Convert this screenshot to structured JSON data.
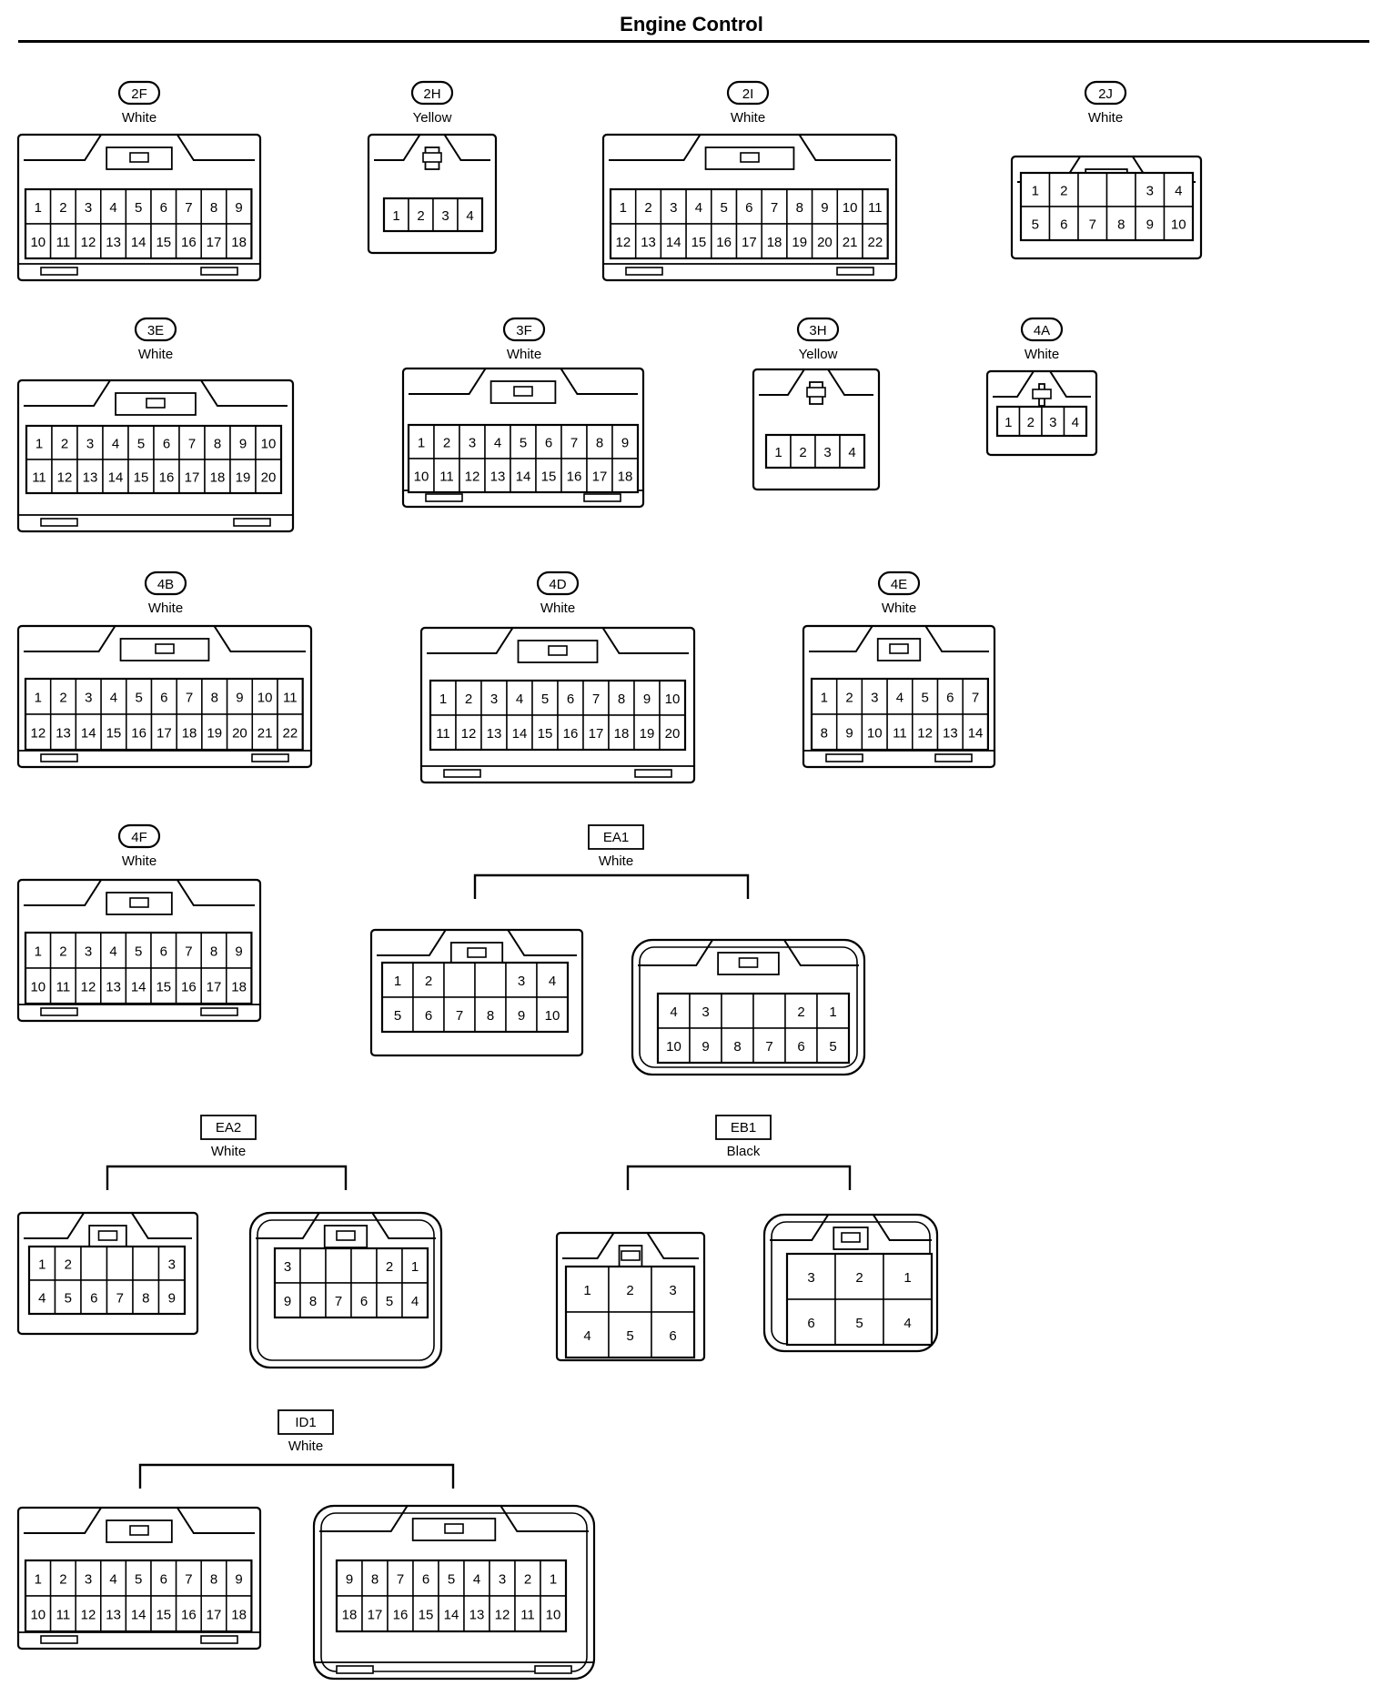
{
  "page": {
    "title": "Engine Control"
  },
  "connectors": [
    {
      "id": "2F",
      "color": "White",
      "label_style": "oval",
      "rows": [
        [
          "1",
          "2",
          "3",
          "4",
          "5",
          "6",
          "7",
          "8",
          "9"
        ],
        [
          "10",
          "11",
          "12",
          "13",
          "14",
          "15",
          "16",
          "17",
          "18"
        ]
      ]
    },
    {
      "id": "2H",
      "color": "Yellow",
      "label_style": "oval",
      "rows": [
        [
          "1",
          "2",
          "3",
          "4"
        ]
      ]
    },
    {
      "id": "2I",
      "color": "White",
      "label_style": "oval",
      "rows": [
        [
          "1",
          "2",
          "3",
          "4",
          "5",
          "6",
          "7",
          "8",
          "9",
          "10",
          "11"
        ],
        [
          "12",
          "13",
          "14",
          "15",
          "16",
          "17",
          "18",
          "19",
          "20",
          "21",
          "22"
        ]
      ]
    },
    {
      "id": "2J",
      "color": "White",
      "label_style": "oval",
      "rows": [
        [
          "1",
          "2",
          "",
          "",
          "3",
          "4"
        ],
        [
          "5",
          "6",
          "7",
          "8",
          "9",
          "10"
        ]
      ]
    },
    {
      "id": "3E",
      "color": "White",
      "label_style": "oval",
      "rows": [
        [
          "1",
          "2",
          "3",
          "4",
          "5",
          "6",
          "7",
          "8",
          "9",
          "10"
        ],
        [
          "11",
          "12",
          "13",
          "14",
          "15",
          "16",
          "17",
          "18",
          "19",
          "20"
        ]
      ]
    },
    {
      "id": "3F",
      "color": "White",
      "label_style": "oval",
      "rows": [
        [
          "1",
          "2",
          "3",
          "4",
          "5",
          "6",
          "7",
          "8",
          "9"
        ],
        [
          "10",
          "11",
          "12",
          "13",
          "14",
          "15",
          "16",
          "17",
          "18"
        ]
      ]
    },
    {
      "id": "3H",
      "color": "Yellow",
      "label_style": "oval",
      "rows": [
        [
          "1",
          "2",
          "3",
          "4"
        ]
      ]
    },
    {
      "id": "4A",
      "color": "White",
      "label_style": "oval",
      "rows": [
        [
          "1",
          "2",
          "3",
          "4"
        ]
      ]
    },
    {
      "id": "4B",
      "color": "White",
      "label_style": "oval",
      "rows": [
        [
          "1",
          "2",
          "3",
          "4",
          "5",
          "6",
          "7",
          "8",
          "9",
          "10",
          "11"
        ],
        [
          "12",
          "13",
          "14",
          "15",
          "16",
          "17",
          "18",
          "19",
          "20",
          "21",
          "22"
        ]
      ]
    },
    {
      "id": "4D",
      "color": "White",
      "label_style": "oval",
      "rows": [
        [
          "1",
          "2",
          "3",
          "4",
          "5",
          "6",
          "7",
          "8",
          "9",
          "10"
        ],
        [
          "11",
          "12",
          "13",
          "14",
          "15",
          "16",
          "17",
          "18",
          "19",
          "20"
        ]
      ]
    },
    {
      "id": "4E",
      "color": "White",
      "label_style": "oval",
      "rows": [
        [
          "1",
          "2",
          "3",
          "4",
          "5",
          "6",
          "7"
        ],
        [
          "8",
          "9",
          "10",
          "11",
          "12",
          "13",
          "14"
        ]
      ]
    },
    {
      "id": "4F",
      "color": "White",
      "label_style": "oval",
      "rows": [
        [
          "1",
          "2",
          "3",
          "4",
          "5",
          "6",
          "7",
          "8",
          "9"
        ],
        [
          "10",
          "11",
          "12",
          "13",
          "14",
          "15",
          "16",
          "17",
          "18"
        ]
      ]
    },
    {
      "id": "EA1",
      "color": "White",
      "label_style": "box",
      "halves": [
        {
          "rows": [
            [
              "1",
              "2",
              "",
              "",
              "3",
              "4"
            ],
            [
              "5",
              "6",
              "7",
              "8",
              "9",
              "10"
            ]
          ]
        },
        {
          "rows": [
            [
              "4",
              "3",
              "",
              "",
              "2",
              "1"
            ],
            [
              "10",
              "9",
              "8",
              "7",
              "6",
              "5"
            ]
          ]
        }
      ]
    },
    {
      "id": "EA2",
      "color": "White",
      "label_style": "box",
      "halves": [
        {
          "rows": [
            [
              "1",
              "2",
              "",
              "",
              "",
              "3"
            ],
            [
              "4",
              "5",
              "6",
              "7",
              "8",
              "9"
            ]
          ]
        },
        {
          "rows": [
            [
              "3",
              "",
              "",
              "",
              "2",
              "1"
            ],
            [
              "9",
              "8",
              "7",
              "6",
              "5",
              "4"
            ]
          ]
        }
      ]
    },
    {
      "id": "EB1",
      "color": "Black",
      "label_style": "box",
      "halves": [
        {
          "rows": [
            [
              "1",
              "2",
              "3"
            ],
            [
              "4",
              "5",
              "6"
            ]
          ]
        },
        {
          "rows": [
            [
              "3",
              "2",
              "1"
            ],
            [
              "6",
              "5",
              "4"
            ]
          ]
        }
      ]
    },
    {
      "id": "ID1",
      "color": "White",
      "label_style": "box",
      "halves": [
        {
          "rows": [
            [
              "1",
              "2",
              "3",
              "4",
              "5",
              "6",
              "7",
              "8",
              "9"
            ],
            [
              "10",
              "11",
              "12",
              "13",
              "14",
              "15",
              "16",
              "17",
              "18"
            ]
          ]
        },
        {
          "rows": [
            [
              "9",
              "8",
              "7",
              "6",
              "5",
              "4",
              "3",
              "2",
              "1"
            ],
            [
              "18",
              "17",
              "16",
              "15",
              "14",
              "13",
              "12",
              "11",
              "10"
            ]
          ]
        }
      ]
    }
  ]
}
